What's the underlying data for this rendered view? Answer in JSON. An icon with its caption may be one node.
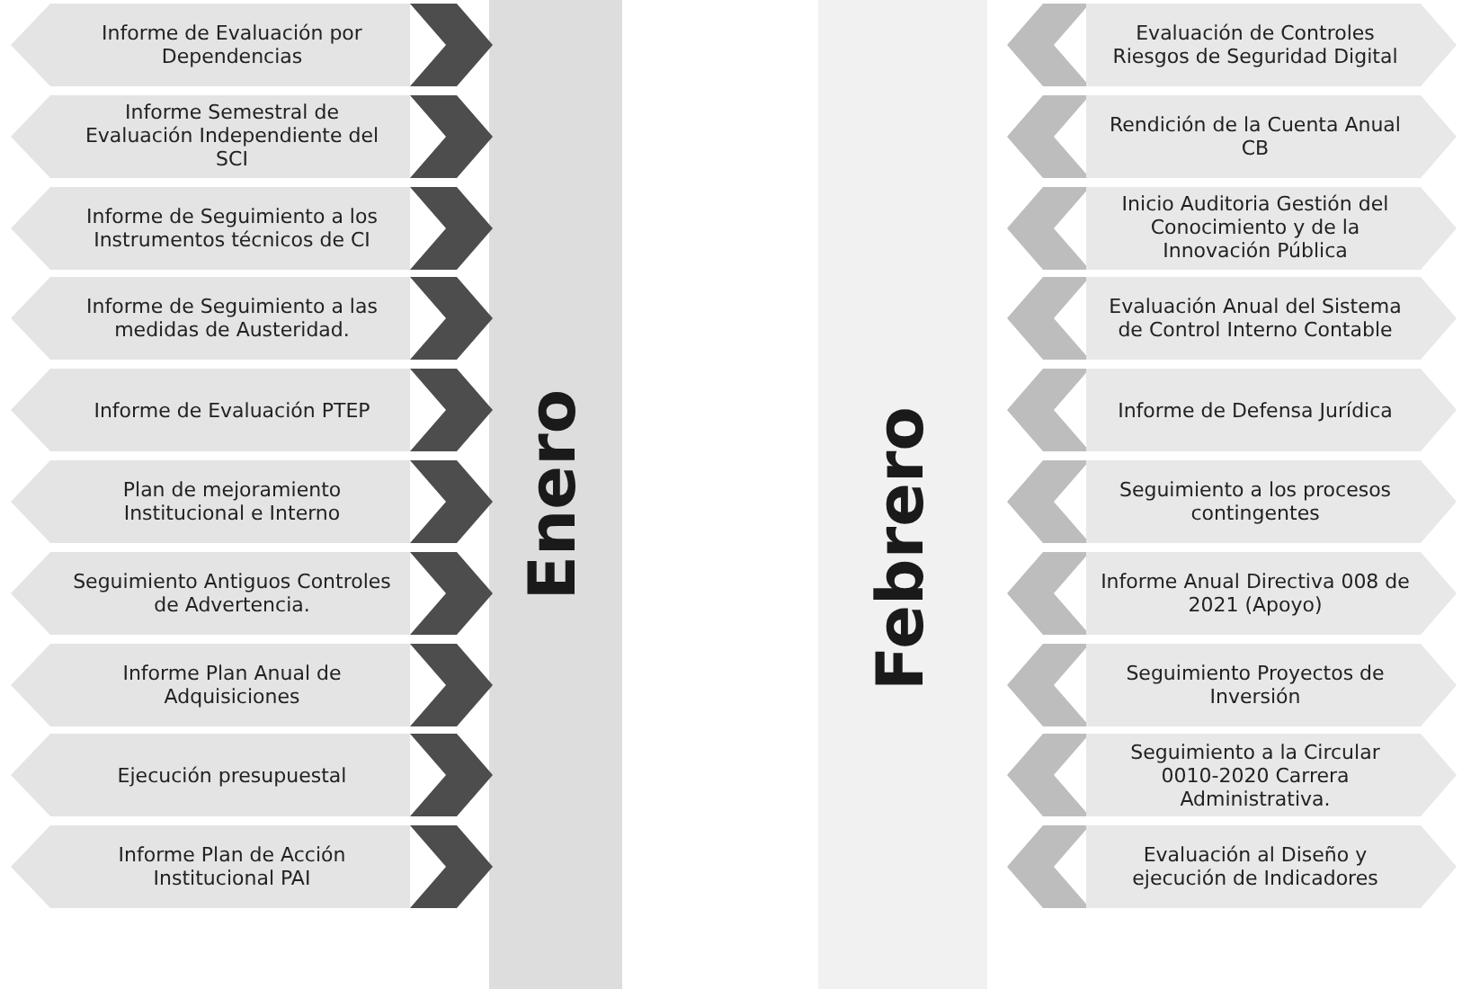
{
  "diagram": {
    "nodes": [
      {
        "text": [
          "Enero"
        ]
      },
      {
        "text": [
          "Informe de Evaluación por Dependencias"
        ]
      },
      {
        "text": [
          "Informe Semestral de Evaluación Independiente del SCI"
        ]
      },
      {
        "text": [
          "Informe de Seguimiento a los Instrumentos técnicos de CI"
        ]
      },
      {
        "text": [
          "Informe de Seguimiento a las medidas de Austeridad."
        ]
      },
      {
        "text": [
          "Informe de Evaluación PTEP"
        ]
      },
      {
        "text": [
          "Plan de mejoramiento Institucional e Interno"
        ]
      },
      {
        "text": [
          "Seguimiento Antiguos Controles de Advertencia."
        ]
      },
      {
        "text": [
          "Informe Plan Anual de Adquisiciones"
        ]
      },
      {
        "text": [
          "Ejecución presupuestal"
        ]
      },
      {
        "text": [
          "Informe Plan de Acción Institucional PAI"
        ]
      },
      {
        "text": [
          "Febrero"
        ]
      },
      {
        "text": [
          "Evaluación de Controles Riesgos de Seguridad Digital"
        ]
      },
      {
        "text": [
          "Rendición de la Cuenta Anual CB"
        ]
      },
      {
        "text": [
          "Inicio Auditoria Gestión del Conocimiento y de la Innovación Pública"
        ]
      },
      {
        "text": [
          "Evaluación Anual del Sistema de Control Interno Contable"
        ]
      },
      {
        "text": [
          "Informe de Defensa Jurídica"
        ]
      },
      {
        "text": [
          "Seguimiento a los procesos contingentes"
        ]
      },
      {
        "text": [
          "Informe Anual Directiva 008 de 2021 (Apoyo)"
        ]
      },
      {
        "text": [
          "Seguimiento Proyectos de Inversión"
        ]
      },
      {
        "text": [
          "Seguimiento a la Circular 0010-2020 Carrera Administrativa."
        ]
      },
      {
        "text": [
          "Evaluación al Diseño y ejecución de Indicadores"
        ]
      }
    ]
  }
}
